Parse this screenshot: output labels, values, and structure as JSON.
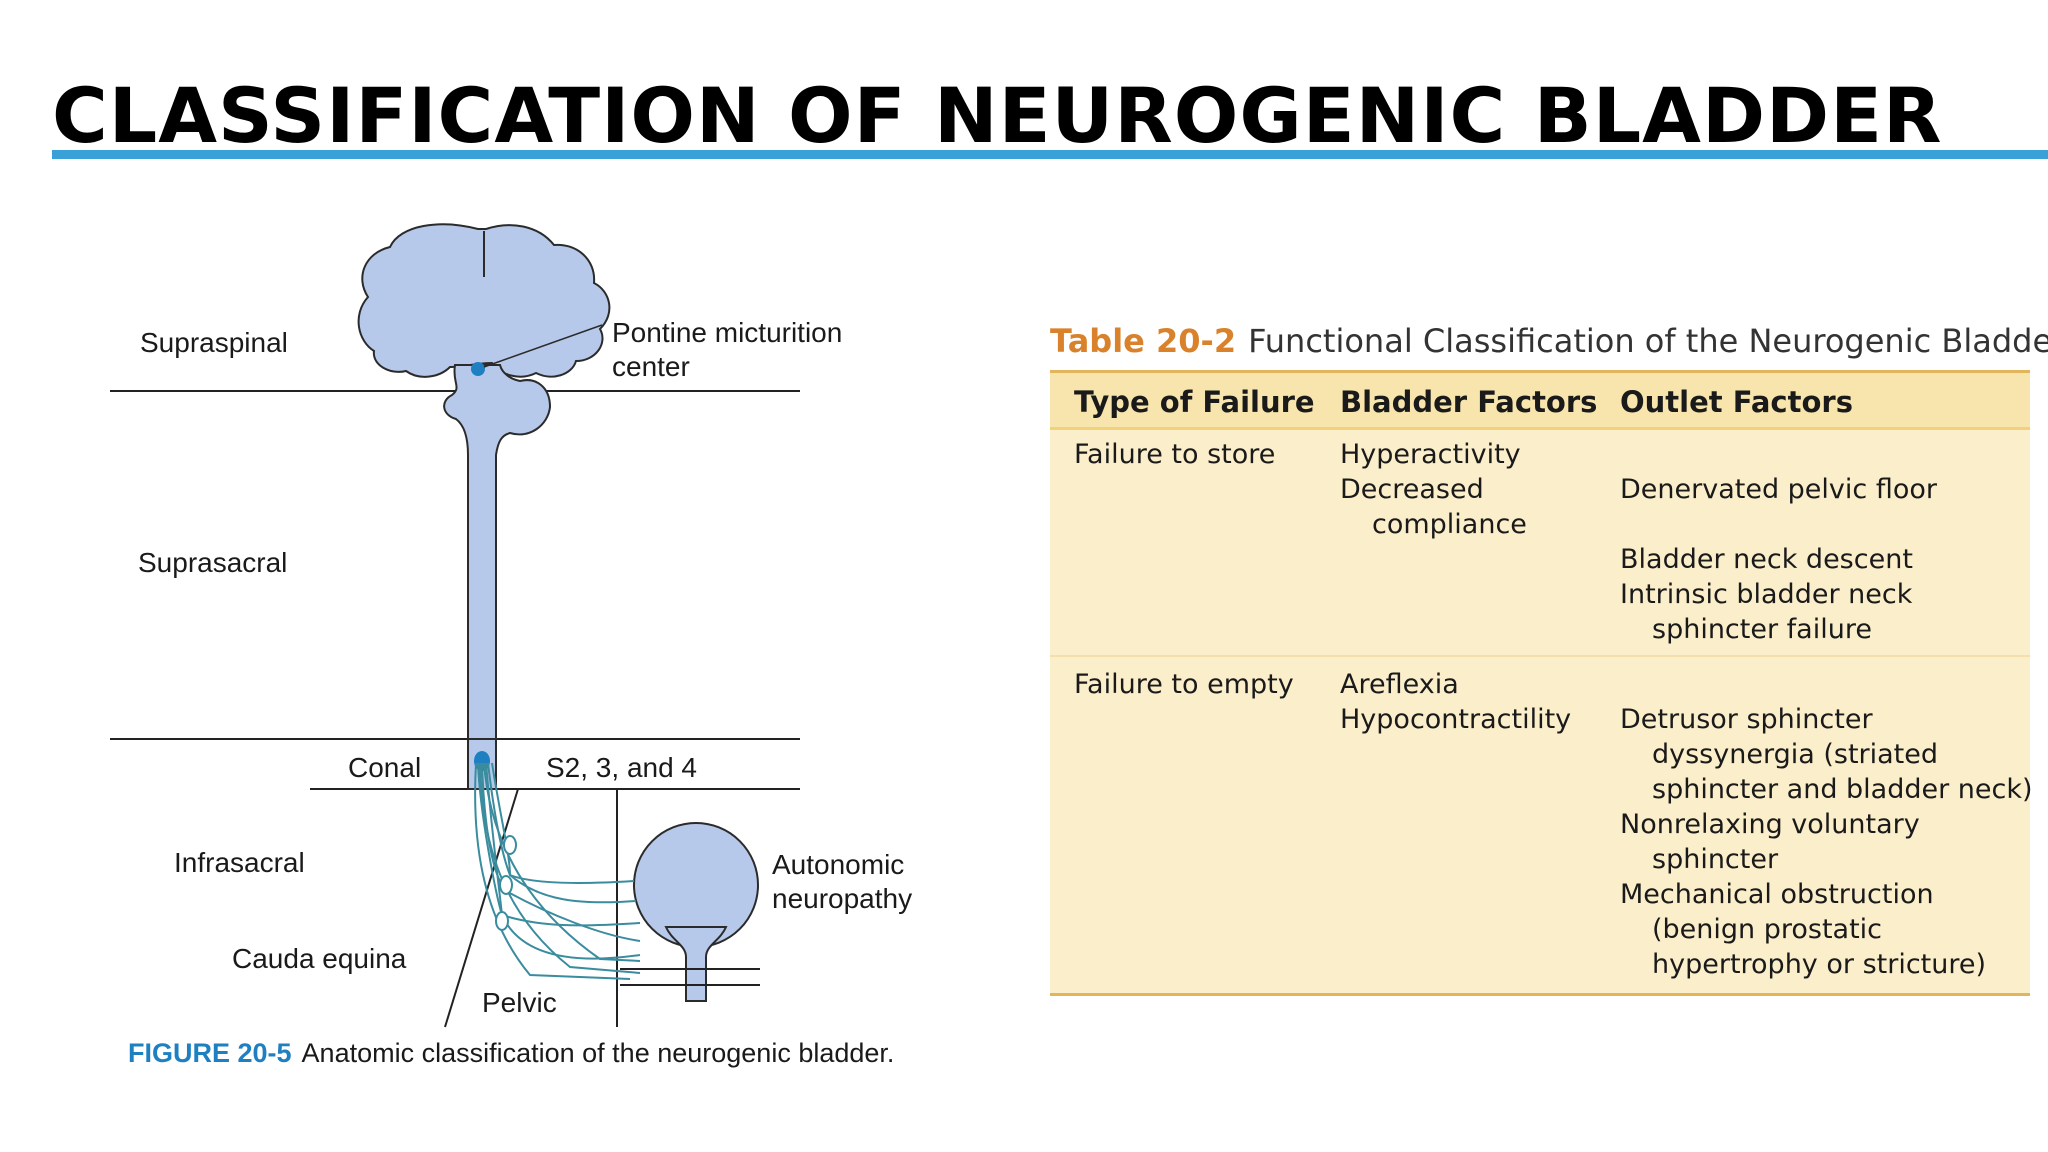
{
  "slide": {
    "title": "CLASSIFICATION OF NEUROGENIC BLADDER"
  },
  "figure": {
    "labels": {
      "supraspinal": "Supraspinal",
      "pontine": "Pontine micturition",
      "pontine2": "center",
      "suprasacral": "Suprasacral",
      "conal": "Conal",
      "s234": "S2, 3, and 4",
      "infrasacral": "Infrasacral",
      "autonomic": "Autonomic",
      "autonomic2": "neuropathy",
      "cauda": "Cauda equina",
      "pelvic": "Pelvic"
    },
    "caption_number": "FIGURE 20-5",
    "caption_text": "Anatomic classification of the neurogenic bladder.",
    "colors": {
      "organ": "#b7c9ea",
      "nerve": "#3a8c9e",
      "dot": "#1e7fc1"
    }
  },
  "table": {
    "title_number": "Table 20-2",
    "title_text": "Functional Classification of the Neurogenic Bladder",
    "headers": [
      "Type of Failure",
      "Bladder Factors",
      "Outlet Factors"
    ],
    "rows": [
      {
        "type": "Failure to store",
        "bladder": [
          "Hyperactivity",
          "Decreased",
          "compliance"
        ],
        "outlet": [
          "Denervated pelvic floor",
          "Bladder neck descent",
          "Intrinsic bladder neck",
          "sphincter failure"
        ]
      },
      {
        "type": "Failure to empty",
        "bladder": [
          "Areflexia",
          "Hypocontractility"
        ],
        "outlet": [
          "Detrusor sphincter",
          "dyssynergia (striated",
          "sphincter and bladder neck)",
          "Nonrelaxing voluntary",
          "sphincter",
          "Mechanical obstruction",
          "(benign prostatic",
          "hypertrophy or stricture)"
        ]
      }
    ]
  }
}
